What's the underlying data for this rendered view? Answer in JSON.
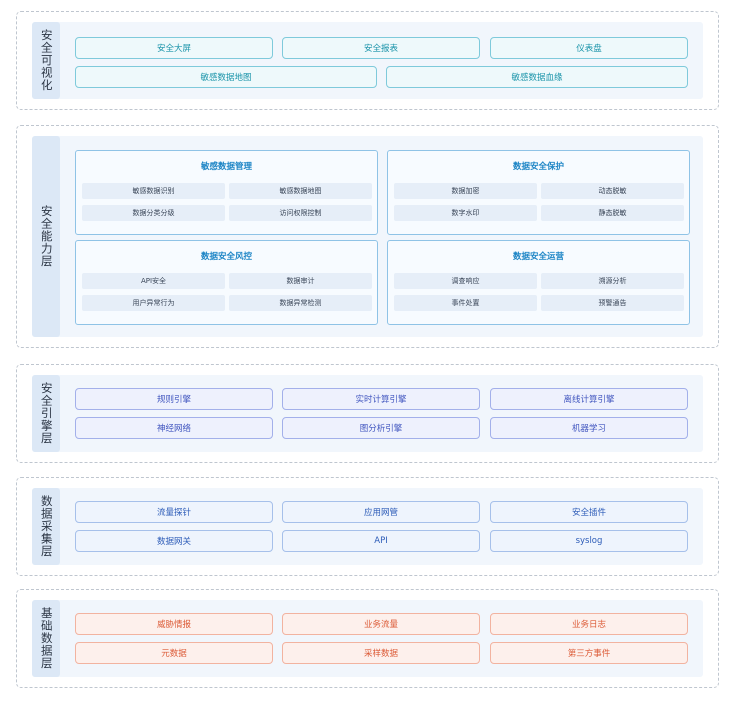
{
  "layers": {
    "visual": {
      "label": "安全可视化",
      "items": [
        "安全大屏",
        "安全报表",
        "仪表盘",
        "敏感数据地图",
        "敏感数据血缘"
      ]
    },
    "capability": {
      "label": "安全能力层",
      "panels": [
        {
          "title": "敏感数据管理",
          "items": [
            "敏感数据识别",
            "敏感数据地图",
            "数据分类分级",
            "访问权限控制"
          ]
        },
        {
          "title": "数据安全保护",
          "items": [
            "数据加密",
            "动态脱敏",
            "数字水印",
            "静态脱敏"
          ]
        },
        {
          "title": "数据安全风控",
          "items": [
            "API安全",
            "数据审计",
            "用户异常行为",
            "数据异常检测"
          ]
        },
        {
          "title": "数据安全运营",
          "items": [
            "调查响应",
            "溯源分析",
            "事件处置",
            "预警通告"
          ]
        }
      ]
    },
    "engine": {
      "label": "安全引擎层",
      "items": [
        "规则引擎",
        "实时计算引擎",
        "离线计算引擎",
        "神经网络",
        "图分析引擎",
        "机器学习"
      ]
    },
    "collect": {
      "label": "数据采集层",
      "items": [
        "流量探针",
        "应用网管",
        "安全插件",
        "数据网关",
        "API",
        "syslog"
      ]
    },
    "base": {
      "label": "基础数据层",
      "items": [
        "威胁情报",
        "业务流量",
        "业务日志",
        "元数据",
        "采样数据",
        "第三方事件"
      ]
    }
  },
  "colors": {
    "visual": "#1893a9",
    "engine": "#4055bf",
    "collect": "#2d5cb8",
    "base": "#dc5a36",
    "panel_title": "#1f86c6"
  }
}
